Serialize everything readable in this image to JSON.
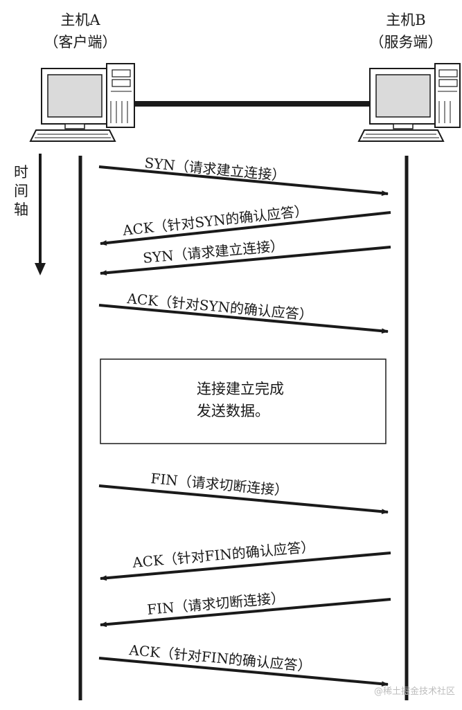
{
  "host_a": {
    "name": "主机A",
    "role": "（客户端）"
  },
  "host_b": {
    "name": "主机B",
    "role": "（服务端）"
  },
  "time_axis": [
    "时",
    "间",
    "轴"
  ],
  "messages": [
    {
      "label": "SYN（请求建立连接）",
      "direction": "A->B"
    },
    {
      "label": "ACK（针对SYN的确认应答）",
      "direction": "B->A"
    },
    {
      "label": "SYN（请求建立连接）",
      "direction": "B->A"
    },
    {
      "label": "ACK（针对SYN的确认应答）",
      "direction": "A->B"
    },
    {
      "label": "FIN（请求切断连接）",
      "direction": "A->B"
    },
    {
      "label": "ACK（针对FIN的确认应答）",
      "direction": "B->A"
    },
    {
      "label": "FIN（请求切断连接）",
      "direction": "B->A"
    },
    {
      "label": "ACK（针对FIN的确认应答）",
      "direction": "A->B"
    }
  ],
  "status_box": {
    "line1": "连接建立完成",
    "line2": "发送数据。"
  },
  "watermark": "@稀土掘金技术社区"
}
